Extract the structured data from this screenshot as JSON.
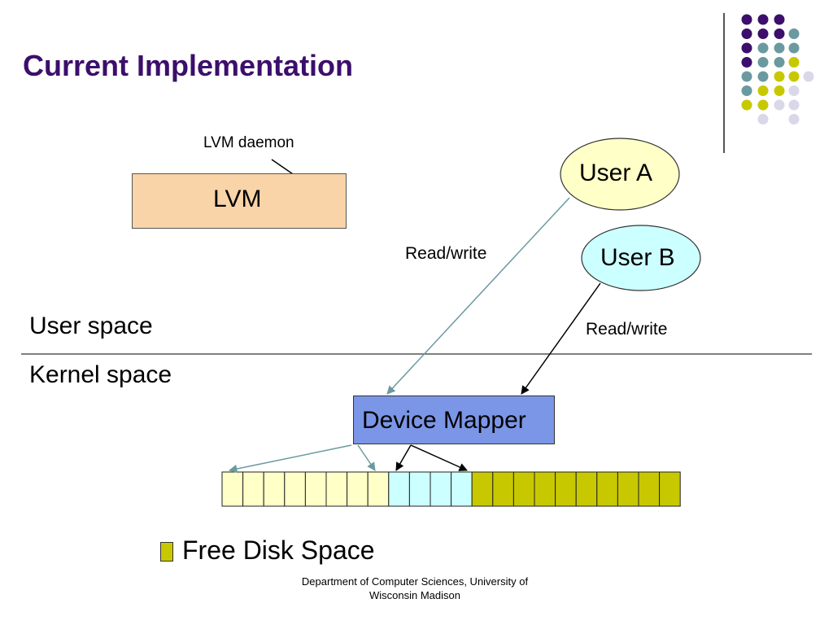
{
  "slide": {
    "title": "Current Implementation",
    "footer": "Department of Computer Sciences, University of Wisconsin Madison"
  },
  "diagram": {
    "lvm_label": "LVM",
    "lvm_daemon_label": "LVM daemon",
    "user_a_label": "User A",
    "user_b_label": "User B",
    "read_write_a": "Read/write",
    "read_write_b": "Read/write",
    "user_space_label": "User space",
    "kernel_space_label": "Kernel space",
    "device_mapper_label": "Device Mapper",
    "legend_label": "Free Disk Space",
    "disk_blocks": {
      "user_a_count": 8,
      "user_b_count": 4,
      "free_count": 10
    }
  },
  "colors": {
    "title": "#3b0f6b",
    "lvm_box": "#f8d4a8",
    "device_mapper": "#7b96e6",
    "user_a_fill": "#ffffc8",
    "user_b_fill": "#ccffff",
    "free_space": "#c8c800",
    "arrow_teal": "#6a9aa0",
    "dot_purple": "#3b0f6b",
    "dot_teal": "#6a9aa0",
    "dot_yellow": "#c8c800",
    "dot_lavender": "#d8d8e8"
  }
}
